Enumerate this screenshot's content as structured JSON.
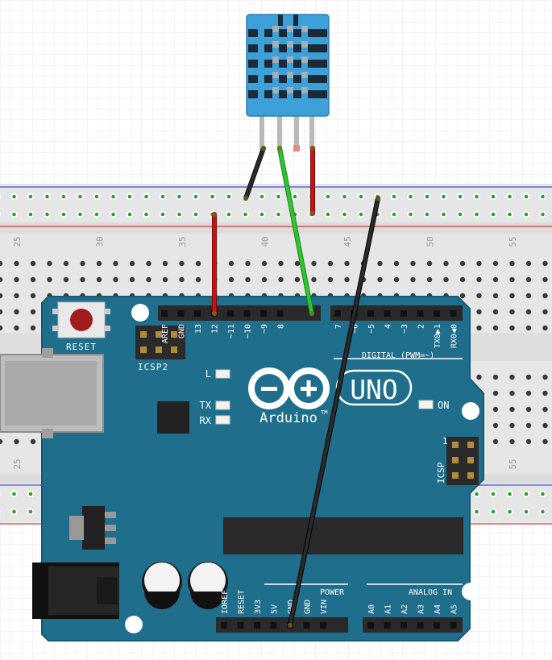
{
  "breadboard": {
    "column_numbers": [
      "25",
      "30",
      "35",
      "40",
      "45",
      "50",
      "55"
    ]
  },
  "arduino": {
    "brand": "Arduino",
    "trademark": "TM",
    "model": "UNO",
    "reset_label": "RESET",
    "icsp2_label": "ICSP2",
    "icsp_label": "ICSP",
    "icsp_pin1": "1",
    "led_l": "L",
    "led_tx": "TX",
    "led_rx": "RX",
    "led_on": "ON",
    "digital_label": "DIGITAL (PWM=~)",
    "power_label": "POWER",
    "analog_label": "ANALOG IN",
    "digital_pins_left": [
      "AREF",
      "GND",
      "13",
      "12",
      "~11",
      "~10",
      "~9",
      "8"
    ],
    "digital_pins_right": [
      "7",
      "~6",
      "~5",
      "4",
      "~3",
      "2",
      "TX0▶1",
      "RX0◀0"
    ],
    "power_pins": [
      "IOREF",
      "RESET",
      "3V3",
      "5V",
      "GND",
      "GND",
      "VIN"
    ],
    "analog_pins": [
      "A0",
      "A1",
      "A2",
      "A3",
      "A4",
      "A5"
    ]
  },
  "sensor": {
    "type": "DHT11",
    "pins": 4
  },
  "wires": [
    {
      "name": "sensor-gnd",
      "color": "#222222"
    },
    {
      "name": "sensor-data-pin8",
      "color": "#2fc72f"
    },
    {
      "name": "sensor-vcc",
      "color": "#cc1111"
    },
    {
      "name": "arduino-gnd-rail",
      "color": "#cc1111"
    },
    {
      "name": "arduino-5v-rail",
      "color": "#222222"
    }
  ],
  "colors": {
    "board": "#1f6e8c",
    "board_edge": "#155a72",
    "sensor": "#3da0d8",
    "breadboard": "#e6e6e6",
    "rail_blue": "#3a4fd0",
    "rail_red": "#d23a3a",
    "hole_green": "#29a129"
  }
}
